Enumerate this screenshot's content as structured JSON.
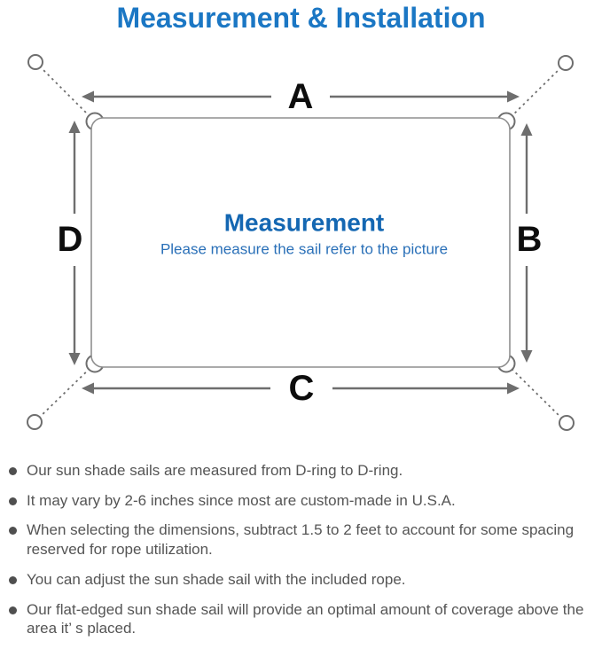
{
  "page": {
    "title": "Measurement & Installation"
  },
  "diagram": {
    "labels": {
      "top": "A",
      "right": "B",
      "bottom": "C",
      "left": "D"
    },
    "center_title": "Measurement",
    "center_subtitle": "Please measure the sail refer to the picture"
  },
  "colors": {
    "heading_blue": "#1b77c4",
    "diagram_title_blue": "#1467b2",
    "diagram_subtitle_blue": "#2a70b8",
    "line_gray": "#6e6e6e",
    "sail_border_gray": "#8f8f8f",
    "label_black": "#0d0d0d",
    "note_text_gray": "#555555",
    "bullet_gray": "#4f4f4f"
  },
  "notes": [
    "Our sun shade sails are measured from D-ring to D-ring.",
    "It may vary by 2-6 inches since most are custom-made in U.S.A.",
    "When selecting the dimensions, subtract 1.5 to 2 feet to account for some spacing reserved for rope utilization.",
    "You can adjust the sun shade sail with the included rope.",
    "Our flat-edged sun shade sail will provide an optimal amount of coverage above the area it’ s placed."
  ]
}
